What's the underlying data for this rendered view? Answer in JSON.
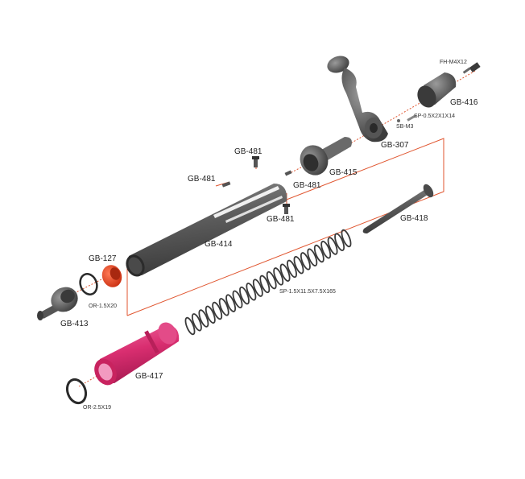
{
  "colors": {
    "background": "#ffffff",
    "guide_line": "#e0552f",
    "part_dark": "#5a5a5a",
    "part_highlight": "#9a9a9a",
    "piston_pink": "#e0397a",
    "piston_head_red": "#e8431f"
  },
  "parts": {
    "fh_m4x12": "FH-M4X12",
    "gb_416": "GB-416",
    "sp_05x2x1x14": "SP-0.5X2X1X14",
    "sb_m3": "SB-M3",
    "gb_307": "GB-307",
    "gb_481_top": "GB-481",
    "gb_481_left": "GB-481",
    "gb_481_right": "GB-481",
    "gb_481_bottom": "GB-481",
    "gb_415": "GB-415",
    "gb_418": "GB-418",
    "gb_414": "GB-414",
    "gb_127": "GB-127",
    "or_15x20": "OR-1.5X20",
    "gb_413": "GB-413",
    "sp_spring": "SP-1.5X11.5X7.5X165",
    "gb_417": "GB-417",
    "or_25x19": "OR-2.5X19"
  }
}
